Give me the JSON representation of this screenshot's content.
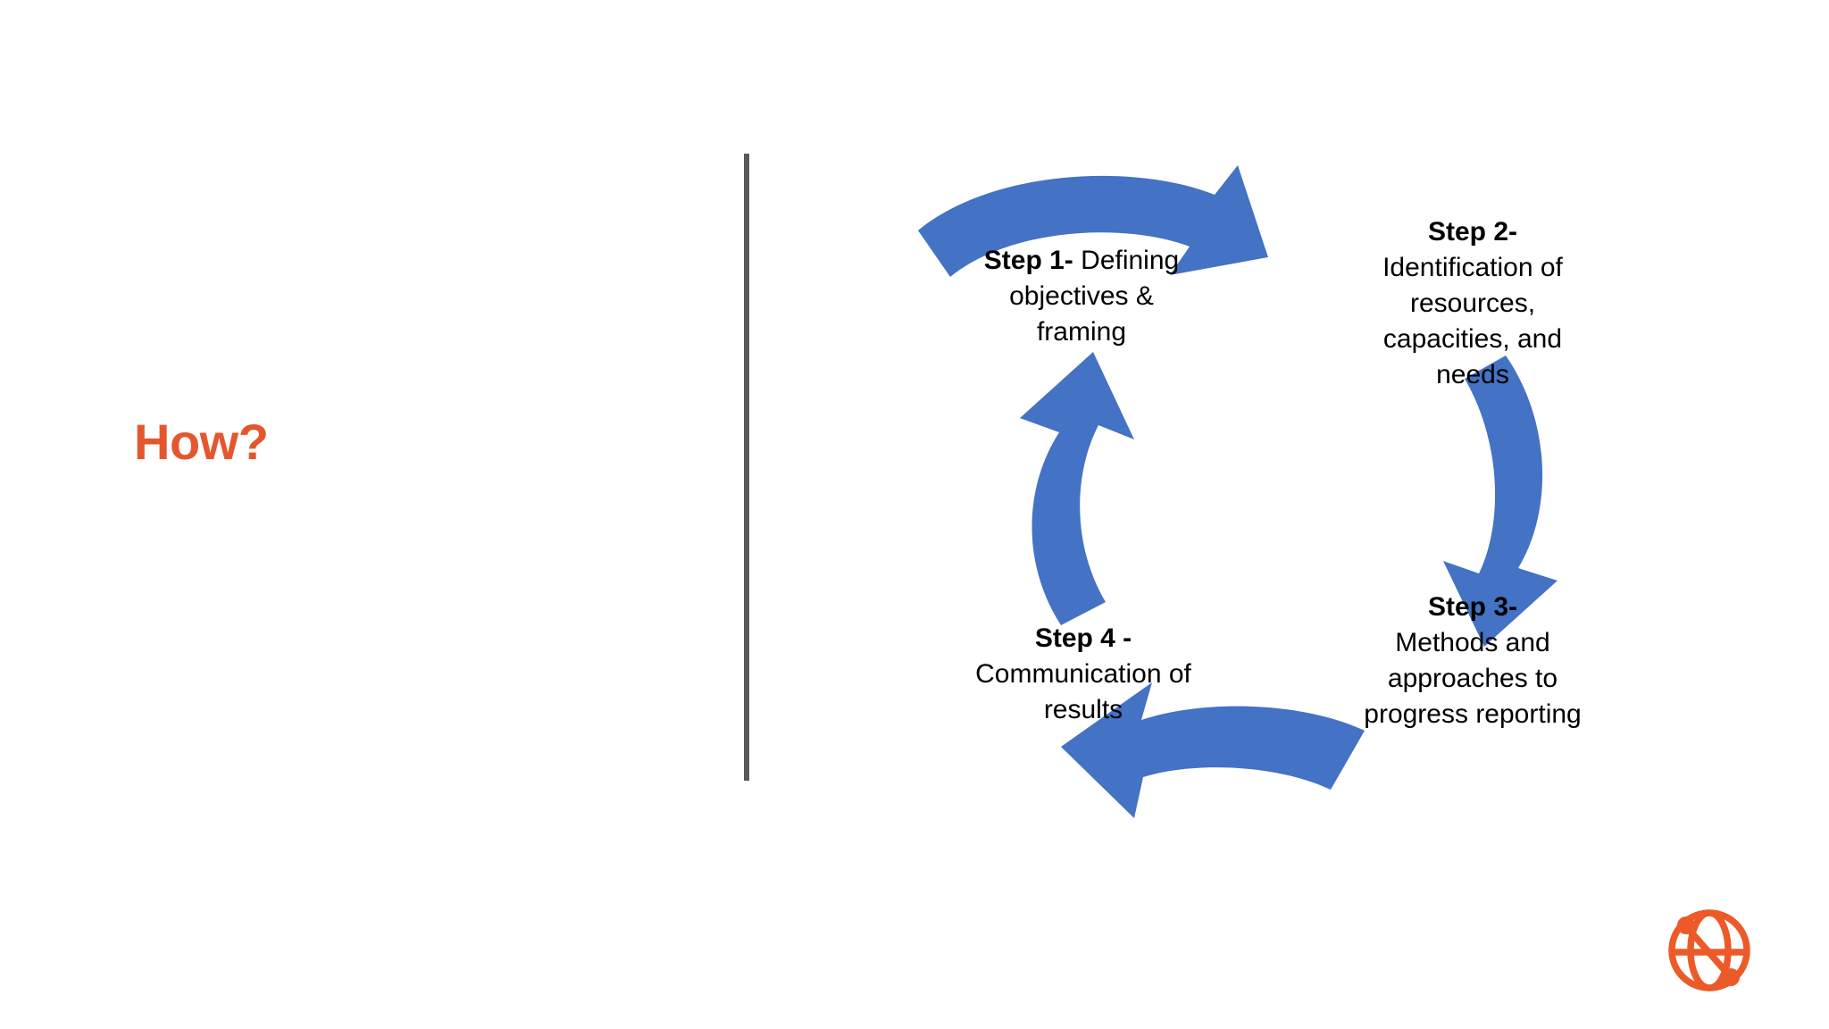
{
  "slide": {
    "title": "How?",
    "title_color": "#E4572E",
    "background_color": "#FFFFFF",
    "divider_color": "#595959",
    "arrow_color": "#4472C4",
    "text_color": "#000000"
  },
  "cycle": {
    "name": "four-step-cycle",
    "steps": [
      {
        "id": "step-1",
        "lead": "Step 1-",
        "body": " Defining objectives & framing",
        "position": "top-left"
      },
      {
        "id": "step-2",
        "lead": "Step 2-",
        "body": "Identification of resources, capacities, and needs",
        "position": "top-right"
      },
      {
        "id": "step-3",
        "lead": "Step 3-",
        "body": "Methods and approaches to progress reporting",
        "position": "bottom-right"
      },
      {
        "id": "step-4",
        "lead": "Step 4 -",
        "body": "Communication of results",
        "position": "bottom-left"
      }
    ],
    "arrows": [
      {
        "id": "arrow-top",
        "direction": "right",
        "from": "step-1",
        "to": "step-2"
      },
      {
        "id": "arrow-right",
        "direction": "down",
        "from": "step-2",
        "to": "step-3"
      },
      {
        "id": "arrow-bottom",
        "direction": "left",
        "from": "step-3",
        "to": "step-4"
      },
      {
        "id": "arrow-left",
        "direction": "up",
        "from": "step-4",
        "to": "step-1"
      }
    ]
  },
  "logo": {
    "name": "globe-network-logo",
    "color": "#EC5A29"
  }
}
